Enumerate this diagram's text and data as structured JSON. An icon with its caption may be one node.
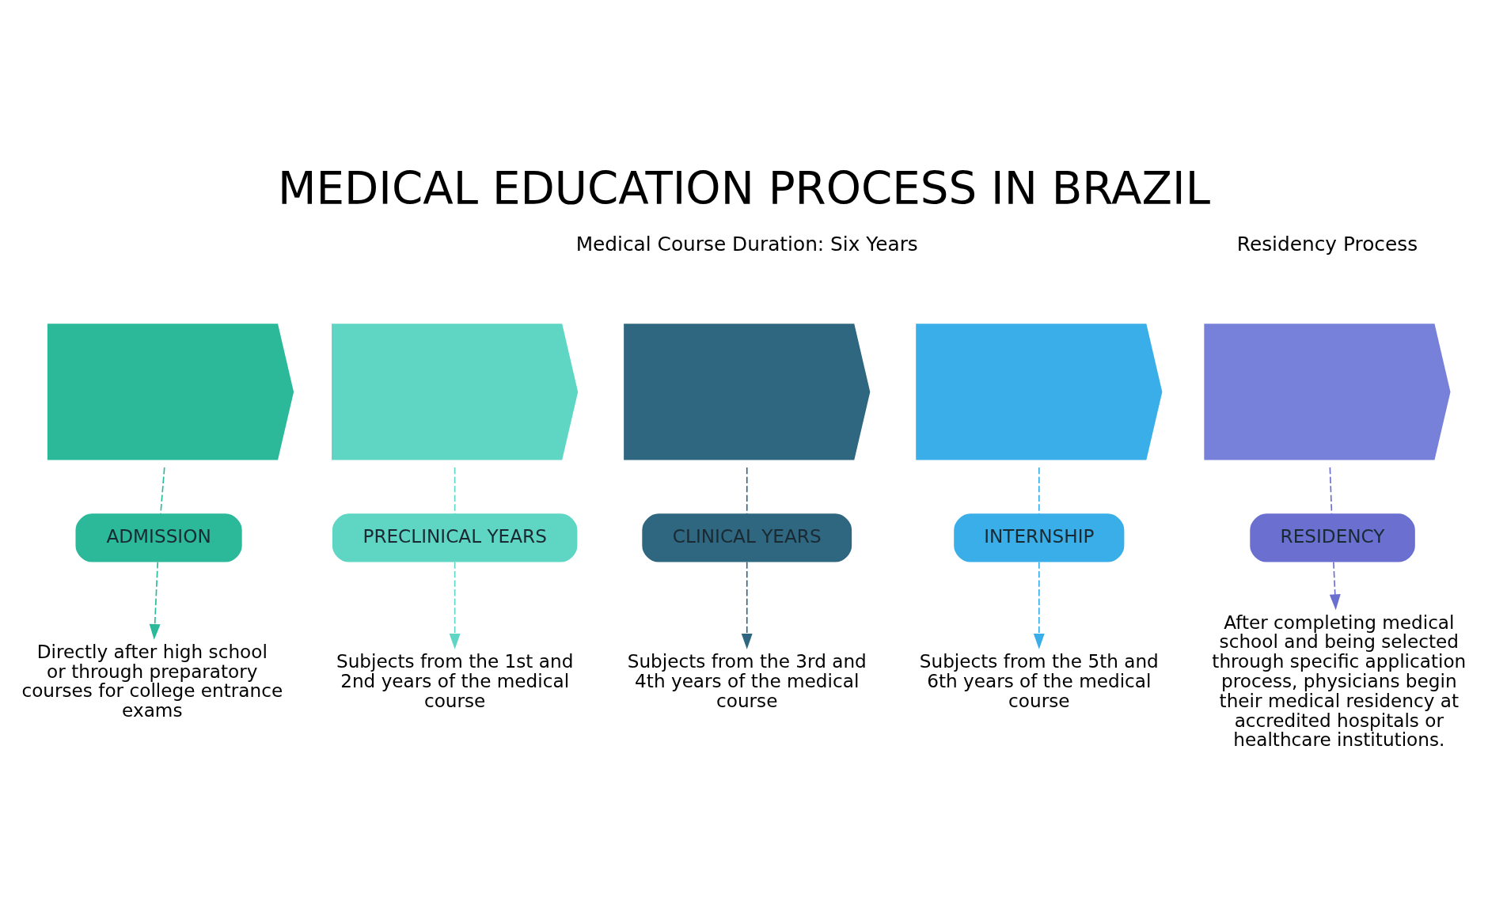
{
  "diagram": {
    "title": "MEDICAL EDUCATION PROCESS IN BRAZIL",
    "nodes": [
      {
        "text": [],
        "shape": "chevron"
      },
      {
        "text": [],
        "shape": "chevron"
      },
      {
        "text": [],
        "shape": "chevron"
      },
      {
        "text": [],
        "shape": "chevron"
      },
      {
        "text": [],
        "shape": "chevron"
      },
      {
        "text": [
          "ADMISSION"
        ]
      },
      {
        "text": [
          "PRECLINICAL YEARS"
        ]
      },
      {
        "text": [
          "CLINICAL YEARS"
        ]
      },
      {
        "text": [
          "INTERNSHIP"
        ]
      },
      {
        "text": [
          "RESIDENCY"
        ]
      },
      {
        "text": [
          "Directly after high school or through preparatory courses for college entrance exams"
        ]
      },
      {
        "text": [
          "Subjects from the 1st and 2nd years of the medical course"
        ]
      },
      {
        "text": [
          "Subjects from the 3rd and 4th years of the medical course"
        ]
      },
      {
        "text": [
          "Subjects from the 5th and 6th years of the medical course"
        ]
      },
      {
        "text": [
          "After completing medical school and being selected through specific application process, physicians begin their medical residency at accredited hospitals or healthcare institutions."
        ]
      }
    ],
    "edges": [
      {
        "from": 0,
        "to": 5,
        "arrow": "none",
        "style": "dashed",
        "color": "#2bb99a"
      },
      {
        "from": 5,
        "to": 10,
        "arrow": "to",
        "style": "dashed",
        "color": "#2bb99a"
      },
      {
        "from": 1,
        "to": 6,
        "arrow": "none",
        "style": "dashed",
        "color": "#5fd6c4"
      },
      {
        "from": 6,
        "to": 11,
        "arrow": "to",
        "style": "dashed",
        "color": "#5fd6c4"
      },
      {
        "from": 2,
        "to": 7,
        "arrow": "none",
        "style": "dashed",
        "color": "#2f6680"
      },
      {
        "from": 7,
        "to": 12,
        "arrow": "to",
        "style": "dashed",
        "color": "#2f6680"
      },
      {
        "from": 3,
        "to": 8,
        "arrow": "none",
        "style": "dashed",
        "color": "#3aaee8"
      },
      {
        "from": 8,
        "to": 13,
        "arrow": "to",
        "style": "dashed",
        "color": "#3aaee8"
      },
      {
        "from": 4,
        "to": 9,
        "arrow": "none",
        "style": "dashed",
        "color": "#6a6fd0"
      },
      {
        "from": 9,
        "to": 14,
        "arrow": "to",
        "style": "dashed",
        "color": "#6a6fd0"
      }
    ],
    "labels": [
      "Medical Course Duration: Six Years",
      "Residency Process"
    ]
  }
}
